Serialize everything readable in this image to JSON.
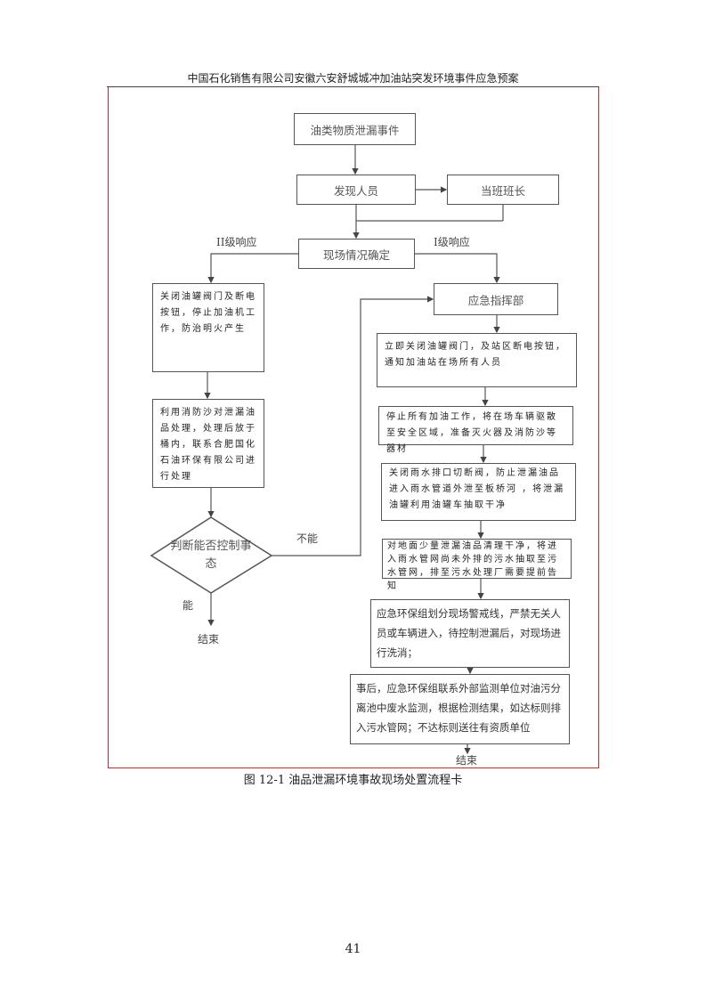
{
  "header": "中国石化销售有限公司安徽六安舒城城冲加油站突发环境事件应急预案",
  "flow": {
    "start": "油类物质泄漏事件",
    "discover": "发现人员",
    "leader": "当班班长",
    "confirm": "现场情况确定",
    "level2": "II级响应",
    "level1": "I级响应",
    "left1": "关闭油罐阀门及断电按钮，停止加油机工作，防治明火产生",
    "left2": "利用消防沙对泄漏油品处理，处理后放于桶内，联系合肥国化石油环保有限公司进行处理",
    "decision": "判断能否控制事态",
    "can": "能",
    "cannot": "不能",
    "end_left": "结束",
    "command": "应急指挥部",
    "r1": "立即关闭油罐阀门，及站区断电按钮，通知加油站在场所有人员",
    "r2": "停止所有加油工作，将在场车辆驱散至安全区域，准备灭火器及消防沙等器材",
    "r3": "关闭雨水排口切断阀，防止泄漏油品进入雨水管道外泄至板桥河 ，将泄漏油罐利用油罐车抽取干净",
    "r4": "对地面少量泄漏油品清理干净，将进入雨水管网尚未外排的污水抽取至污水管网，排至污水处理厂需要提前告知",
    "r5": "应急环保组划分现场警戒线，严禁无关人员或车辆进入，待控制泄漏后，对现场进行洗消；",
    "r6": "事后，应急环保组联系外部监测单位对油污分离池中废水监测，根据检测结果，如达标则排入污水管网；不达标则送往有资质单位",
    "end_right": "结束"
  },
  "caption": "图 12-1    油品泄漏环境事故现场处置流程卡",
  "page_number": "41"
}
